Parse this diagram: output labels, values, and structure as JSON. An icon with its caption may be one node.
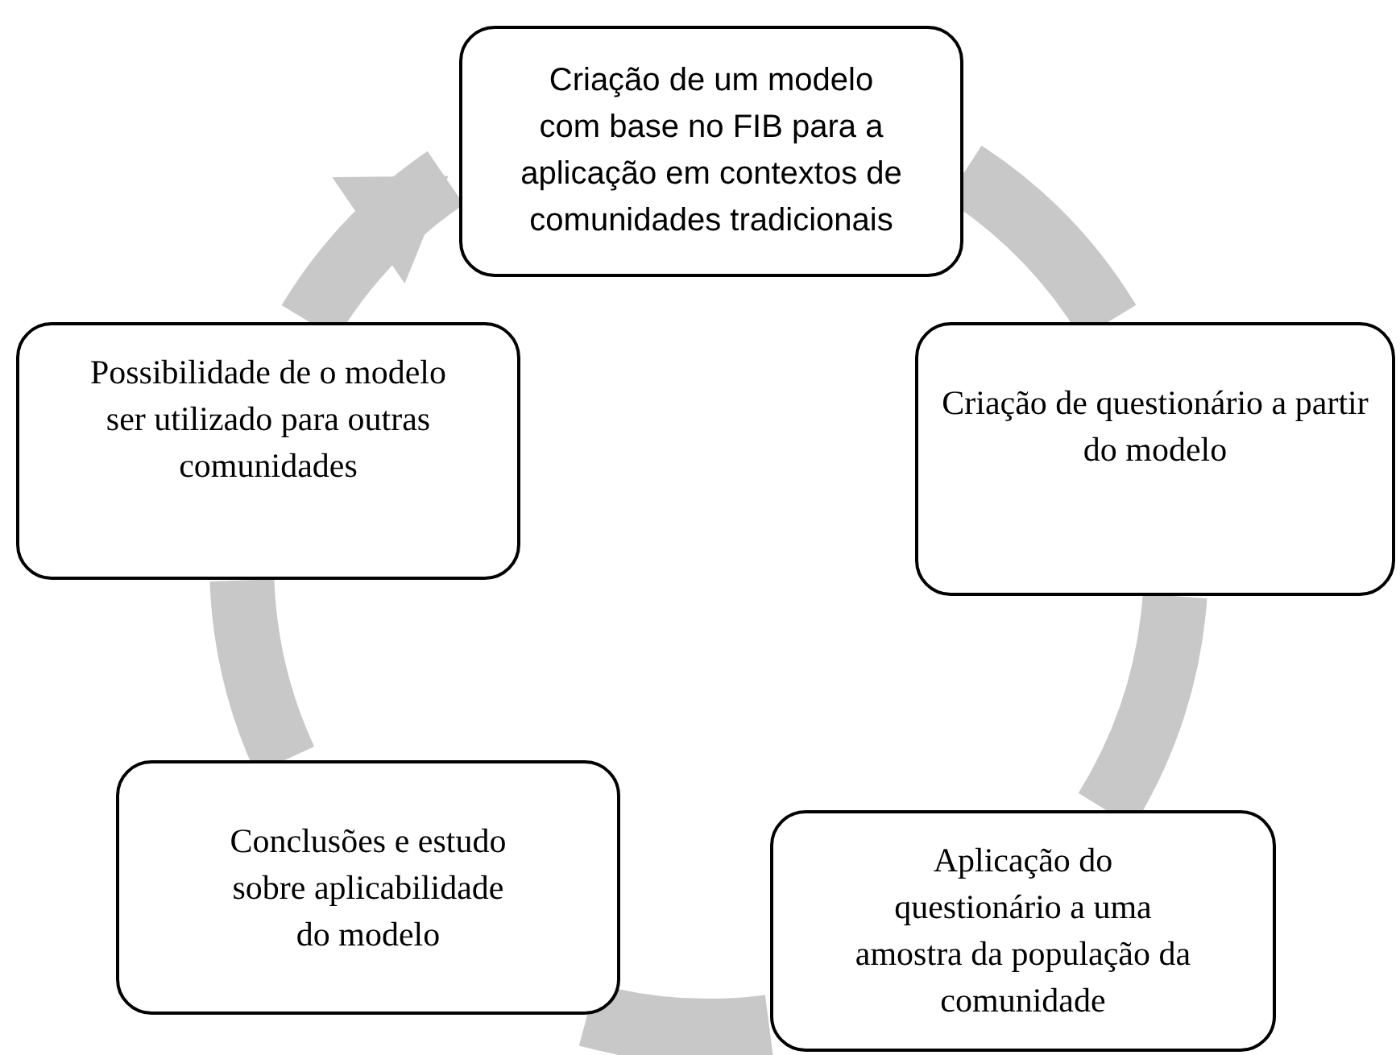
{
  "diagram": {
    "nodes": [
      {
        "text": [
          "Criação de um modelo com base no FIB para a aplicação em contextos de comunidades tradicionais"
        ]
      },
      {
        "text": [
          "Criação de questionário a partir do modelo"
        ]
      },
      {
        "text": [
          "Aplicação do questionário a uma amostra da população da comunidade"
        ]
      },
      {
        "text": [
          "Conclusões e estudo sobre aplicabilidade do modelo"
        ]
      },
      {
        "text": [
          "Possibilidade de o modelo ser utilizado para outras comunidades"
        ]
      }
    ],
    "edges": [
      {
        "from": 0,
        "to": 1,
        "arrow": "none"
      },
      {
        "from": 1,
        "to": 2,
        "arrow": "none"
      },
      {
        "from": 2,
        "to": 3,
        "arrow": "none"
      },
      {
        "from": 3,
        "to": 4,
        "arrow": "none"
      },
      {
        "from": 4,
        "to": 0,
        "arrow": "to"
      }
    ]
  }
}
